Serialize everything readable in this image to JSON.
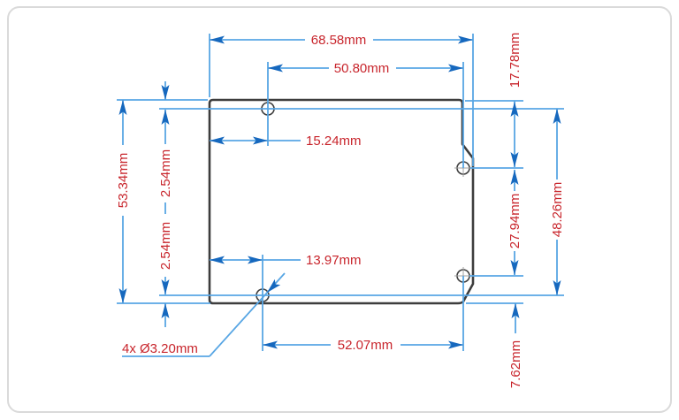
{
  "drawing": {
    "type": "mechanical-dimension-drawing",
    "subject": "pcb-board-outline-with-4-mounting-holes",
    "unit": "mm",
    "dims": {
      "overall_width": "68.58mm",
      "top_hole_span": "50.80mm",
      "top_hole_offset": "15.24mm",
      "overall_height": "53.34mm",
      "top_edge_to_hole": "2.54mm",
      "bottom_edge_to_hole": "2.54mm",
      "bottom_hole_offset": "13.97mm",
      "bottom_hole_span": "52.07mm",
      "right_top_hole_drop": "17.78mm",
      "right_hole_spacing": "27.94mm",
      "hole_grid_height": "48.26mm",
      "right_bottom_hole_rise": "7.62mm",
      "holes_note": "4x Ø3.20mm"
    },
    "values_mm": {
      "overall_width": 68.58,
      "top_hole_span": 50.8,
      "top_hole_offset": 15.24,
      "overall_height": 53.34,
      "top_edge_to_hole": 2.54,
      "bottom_edge_to_hole": 2.54,
      "bottom_hole_offset": 13.97,
      "bottom_hole_span": 52.07,
      "right_top_hole_drop": 17.78,
      "right_hole_spacing": 27.94,
      "hole_grid_height": 48.26,
      "right_bottom_hole_rise": 7.62,
      "hole_diameter": 3.2,
      "hole_count": 4
    },
    "colors": {
      "line": "#58a6e4",
      "arrow": "#1668be",
      "text": "#c8252c",
      "outline": "#3d3d3d",
      "crosshair": "#a0a0a0",
      "frame": "#dadada"
    }
  }
}
